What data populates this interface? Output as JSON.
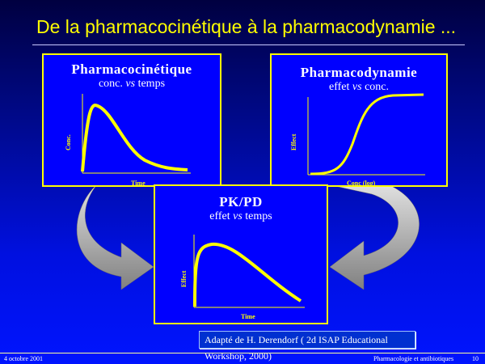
{
  "slide": {
    "title": "De la pharmacocinétique à la pharmacodynamie ...",
    "pk_box": {
      "title": "Pharmacocinétique",
      "subtitle_a": "conc. ",
      "subtitle_vs": "vs",
      "subtitle_b": " temps",
      "ylabel": "Conc.",
      "xlabel": "Time"
    },
    "pd_box": {
      "title": "Pharmacodynamie",
      "subtitle_a": "effet ",
      "subtitle_vs": "vs",
      "subtitle_b": " conc.",
      "ylabel": "Effect",
      "xlabel": "Conc (log)"
    },
    "pkpd_box": {
      "title": "PK/PD",
      "subtitle_a": "effet ",
      "subtitle_vs": "vs",
      "subtitle_b": " temps",
      "ylabel": "Effect",
      "xlabel": "Time"
    },
    "citation": "Adapté de H. Derendorf ( 2d ISAP Educational Workshop, 2000)",
    "footer": {
      "date": "4 octobre 2001",
      "course": "Pharmacologie et antibiotiques",
      "page": "10"
    },
    "colors": {
      "accent": "#ffff00",
      "box": "#0000ff",
      "arrow": "#b0b0b0"
    }
  }
}
